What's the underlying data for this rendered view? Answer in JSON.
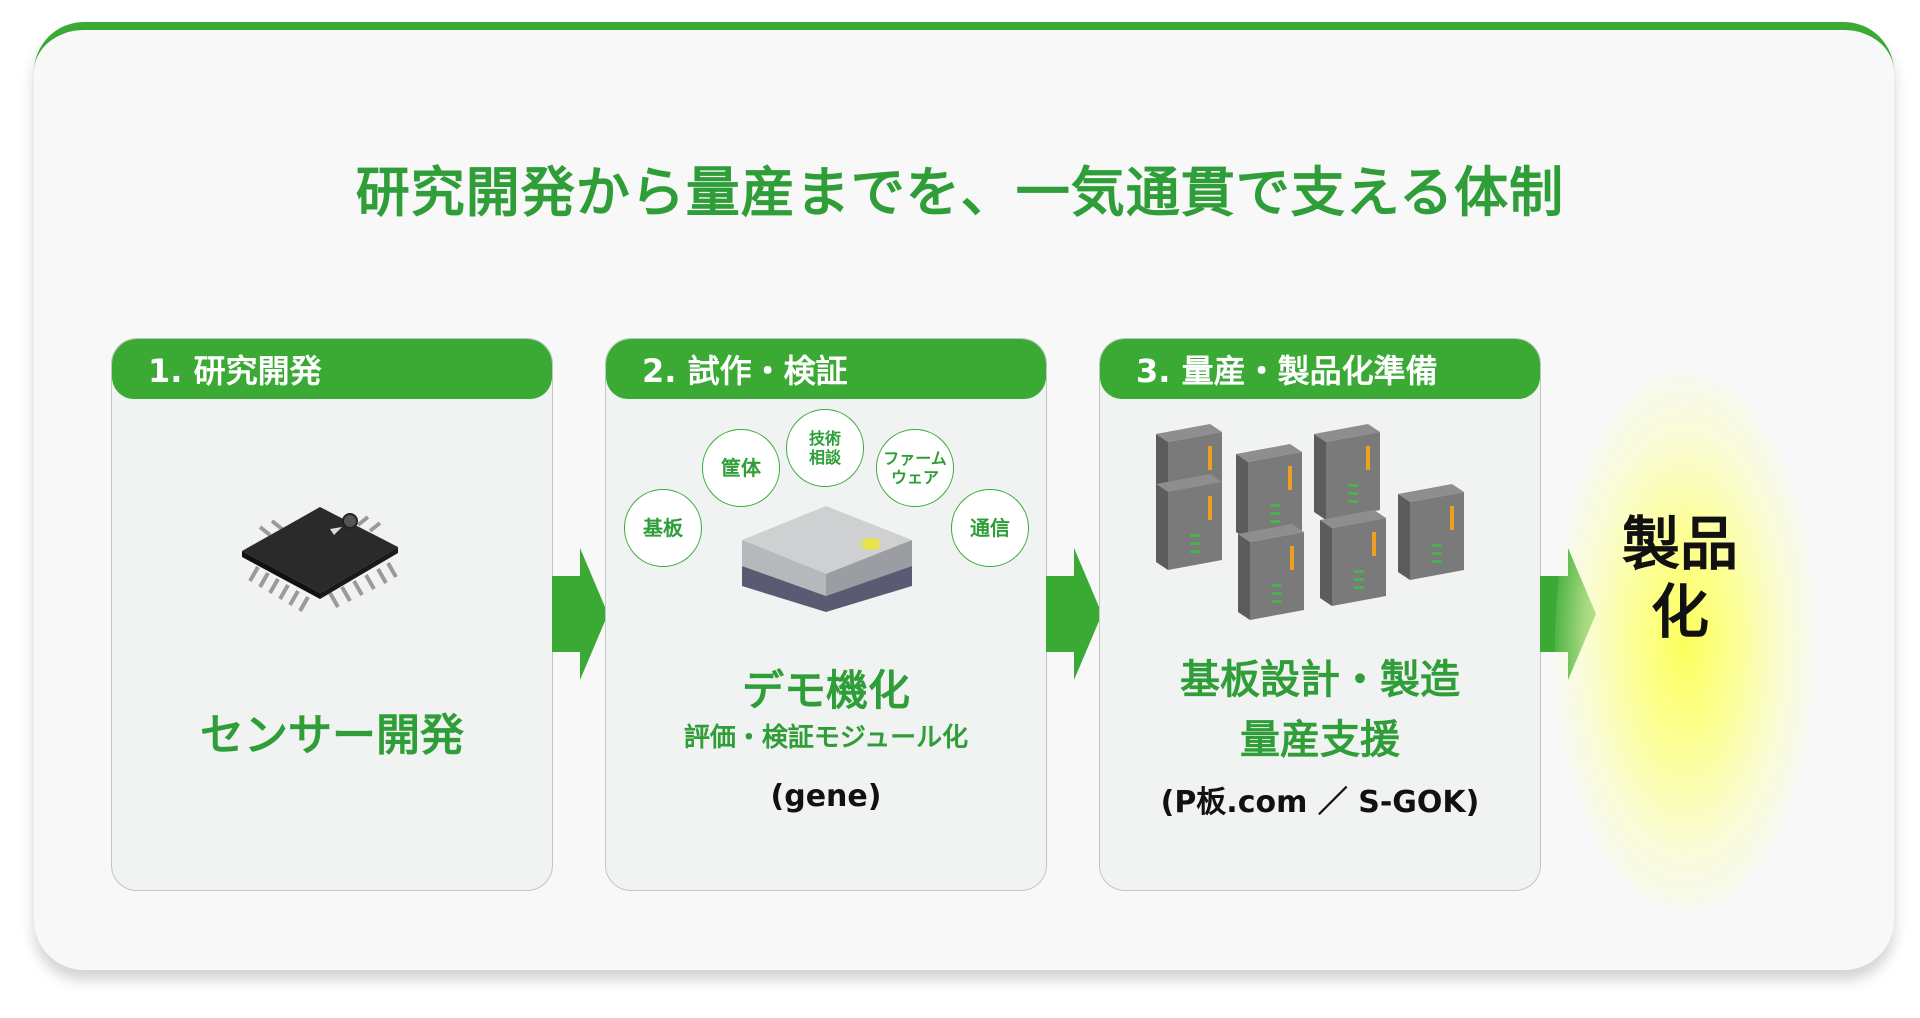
{
  "title": "研究開発から量産までを、一気通貫で支える体制",
  "steps": [
    {
      "header": "1. 研究開発",
      "main": "センサー開発"
    },
    {
      "header": "2. 試作・検証",
      "main": "デモ機化",
      "sub": "評価・検証モジュール化",
      "note": "(gene)",
      "bubbles": [
        "基板",
        "筐体",
        "技術\n相談",
        "ファーム\nウェア",
        "通信"
      ]
    },
    {
      "header": "3. 量産・製品化準備",
      "main_line1": "基板設計・製造",
      "main_line2": "量産支援",
      "note": "(P板.com ／ S-GOK)"
    }
  ],
  "final": "製品化",
  "colors": {
    "accent": "#3aaa35",
    "text_green": "#2f9e38",
    "glow": "#fbff5a"
  },
  "icons": [
    "chip-icon",
    "device-box-icon",
    "server-rack-icon",
    "arrow-right-icon"
  ]
}
